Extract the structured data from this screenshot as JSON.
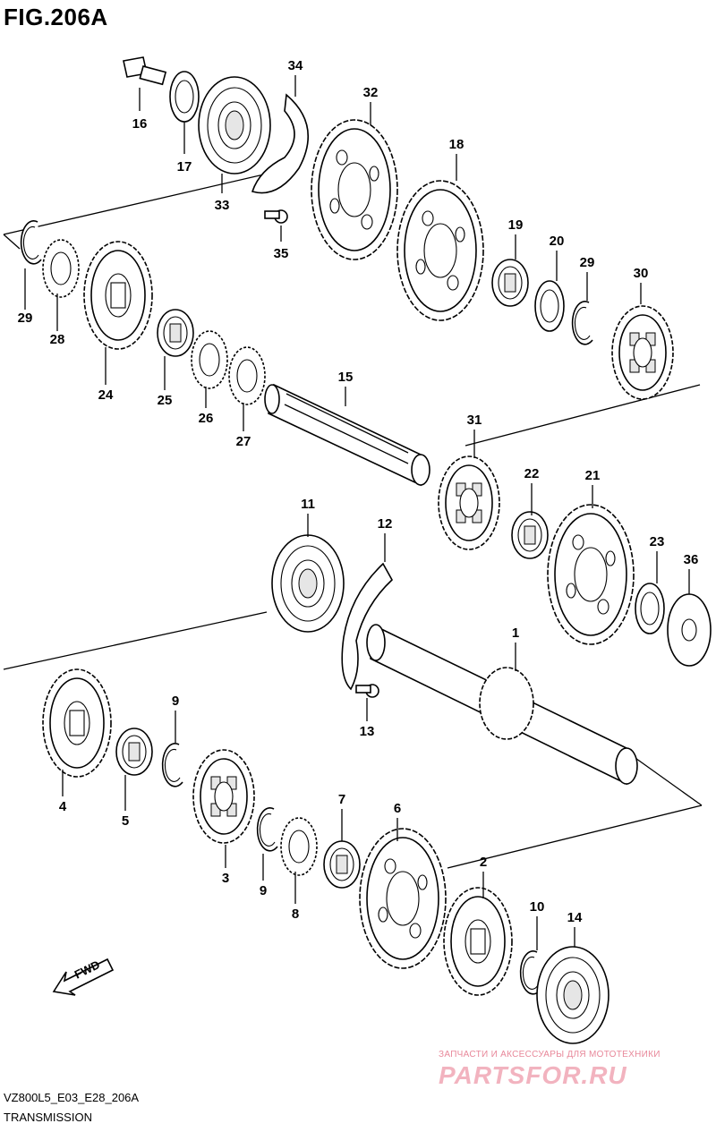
{
  "figure": {
    "title": "FIG.206A",
    "code": "VZ800L5_E03_E28_206A",
    "name": "TRANSMISSION",
    "fwd_label": "FWD"
  },
  "watermark": {
    "tagline": "ЗАПЧАСТИ И АКСЕССУАРЫ ДЛЯ МОТОТЕХНИКИ",
    "logo": "PARTSFOR.RU",
    "color": "#e8889a"
  },
  "parts": [
    {
      "id": "16",
      "label": "16"
    },
    {
      "id": "17",
      "label": "17"
    },
    {
      "id": "33",
      "label": "33"
    },
    {
      "id": "34",
      "label": "34"
    },
    {
      "id": "35",
      "label": "35"
    },
    {
      "id": "32",
      "label": "32"
    },
    {
      "id": "18",
      "label": "18"
    },
    {
      "id": "19",
      "label": "19"
    },
    {
      "id": "20",
      "label": "20"
    },
    {
      "id": "29a",
      "label": "29"
    },
    {
      "id": "30",
      "label": "30"
    },
    {
      "id": "29b",
      "label": "29"
    },
    {
      "id": "28",
      "label": "28"
    },
    {
      "id": "24",
      "label": "24"
    },
    {
      "id": "25",
      "label": "25"
    },
    {
      "id": "26",
      "label": "26"
    },
    {
      "id": "27",
      "label": "27"
    },
    {
      "id": "15",
      "label": "15"
    },
    {
      "id": "31",
      "label": "31"
    },
    {
      "id": "22",
      "label": "22"
    },
    {
      "id": "21",
      "label": "21"
    },
    {
      "id": "23",
      "label": "23"
    },
    {
      "id": "36",
      "label": "36"
    },
    {
      "id": "11",
      "label": "11"
    },
    {
      "id": "12",
      "label": "12"
    },
    {
      "id": "13",
      "label": "13"
    },
    {
      "id": "1",
      "label": "1"
    },
    {
      "id": "4",
      "label": "4"
    },
    {
      "id": "5",
      "label": "5"
    },
    {
      "id": "9a",
      "label": "9"
    },
    {
      "id": "3",
      "label": "3"
    },
    {
      "id": "9b",
      "label": "9"
    },
    {
      "id": "8",
      "label": "8"
    },
    {
      "id": "7",
      "label": "7"
    },
    {
      "id": "6",
      "label": "6"
    },
    {
      "id": "2",
      "label": "2"
    },
    {
      "id": "10",
      "label": "10"
    },
    {
      "id": "14",
      "label": "14"
    }
  ]
}
